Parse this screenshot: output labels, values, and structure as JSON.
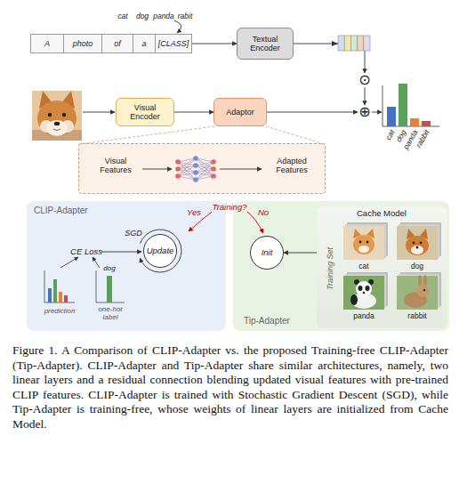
{
  "diagram": {
    "caption": "Figure 1. A Comparison of CLIP-Adapter vs. the proposed Training-free CLIP-Adapter (Tip-Adapter). CLIP-Adapter and Tip-Adapter share similar architectures, namely, two linear layers and a residual connection blending updated visual features with pre-trained CLIP features. CLIP-Adapter is trained with Stochastic Gradient Descent (SGD), while Tip-Adapter is training-free, whose weights of linear layers are initialized from Cache Model.",
    "nodes": [
      {
        "text": [
          "A"
        ]
      },
      {
        "text": [
          "photo"
        ]
      },
      {
        "text": [
          "of"
        ]
      },
      {
        "text": [
          "a"
        ]
      },
      {
        "text": [
          "[CLASS]"
        ]
      },
      {
        "text": [
          "Textual Encoder"
        ]
      },
      {
        "text": [
          "⊙"
        ]
      },
      {
        "text": [
          "Visual Encoder"
        ]
      },
      {
        "text": [
          "Adaptor"
        ]
      },
      {
        "text": [
          "⊕"
        ]
      },
      {
        "text": [
          "Visual Features",
          "Adapted Features"
        ]
      },
      {
        "text": [
          "CLIP-Adapter"
        ]
      },
      {
        "text": [
          "Update"
        ],
        "in": 11
      },
      {
        "text": [
          "Tip-Adapter"
        ]
      },
      {
        "text": [
          "Init"
        ],
        "in": 13
      },
      {
        "text": [
          "Cache Model",
          "Training Set"
        ],
        "in": 13
      }
    ],
    "edges": [
      {
        "from": 4,
        "to": 5,
        "arrow": "to"
      },
      {
        "from": 5,
        "to": 6,
        "arrow": "to"
      },
      {
        "from": 6,
        "to": 9,
        "arrow": "to"
      },
      {
        "from": 7,
        "to": 8,
        "arrow": "to"
      },
      {
        "from": 8,
        "to": 9,
        "arrow": "to"
      },
      {
        "from": 15,
        "to": 14,
        "arrow": "to"
      }
    ],
    "labels": [
      "cat",
      "dog",
      "panda",
      "rabit",
      "cat",
      "dog",
      "panda",
      "rabbit",
      "SGD",
      "CE Loss",
      "prediction",
      "dog",
      "one-hot label",
      "Training?",
      "Yes",
      "No",
      "cat",
      "dog",
      "panda",
      "rabbit"
    ]
  }
}
